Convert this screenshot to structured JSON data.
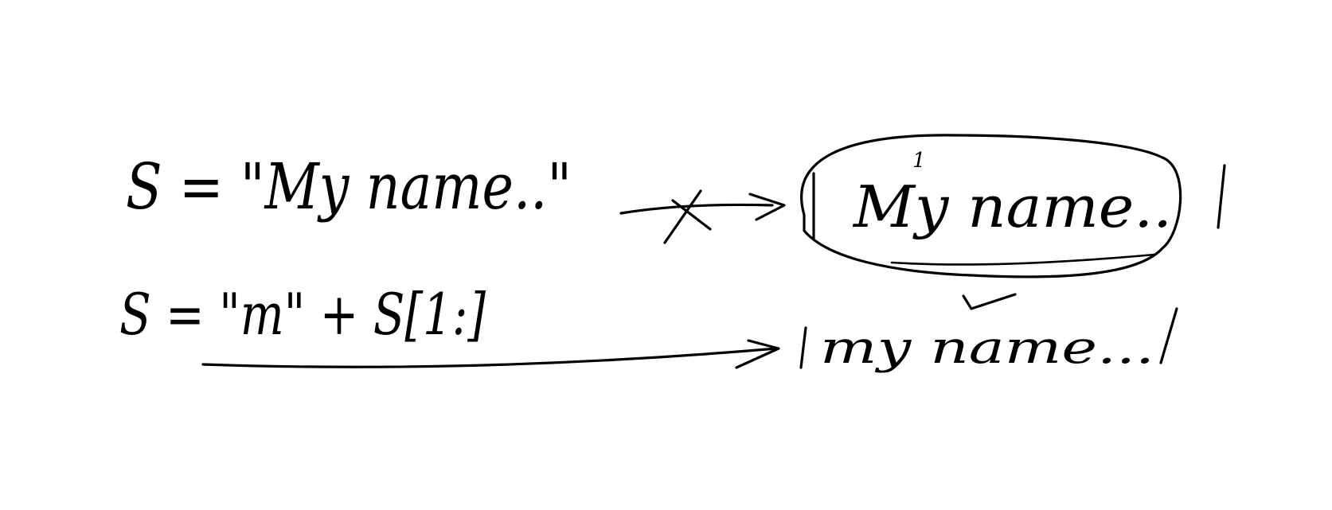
{
  "diagram": {
    "ink_color": "#000000",
    "background": "#ffffff",
    "line1": {
      "assignment": "S = \"My name..\"",
      "memory_value": "My name..",
      "index_marker": "1",
      "check_mark_icon": "check-mark-icon",
      "crossed_arrow_icon": "crossed-arrow-icon"
    },
    "line2": {
      "assignment": "S = \"m\" + S[1:]",
      "memory_value": "my name...",
      "arrow_icon": "arrow-icon"
    }
  }
}
